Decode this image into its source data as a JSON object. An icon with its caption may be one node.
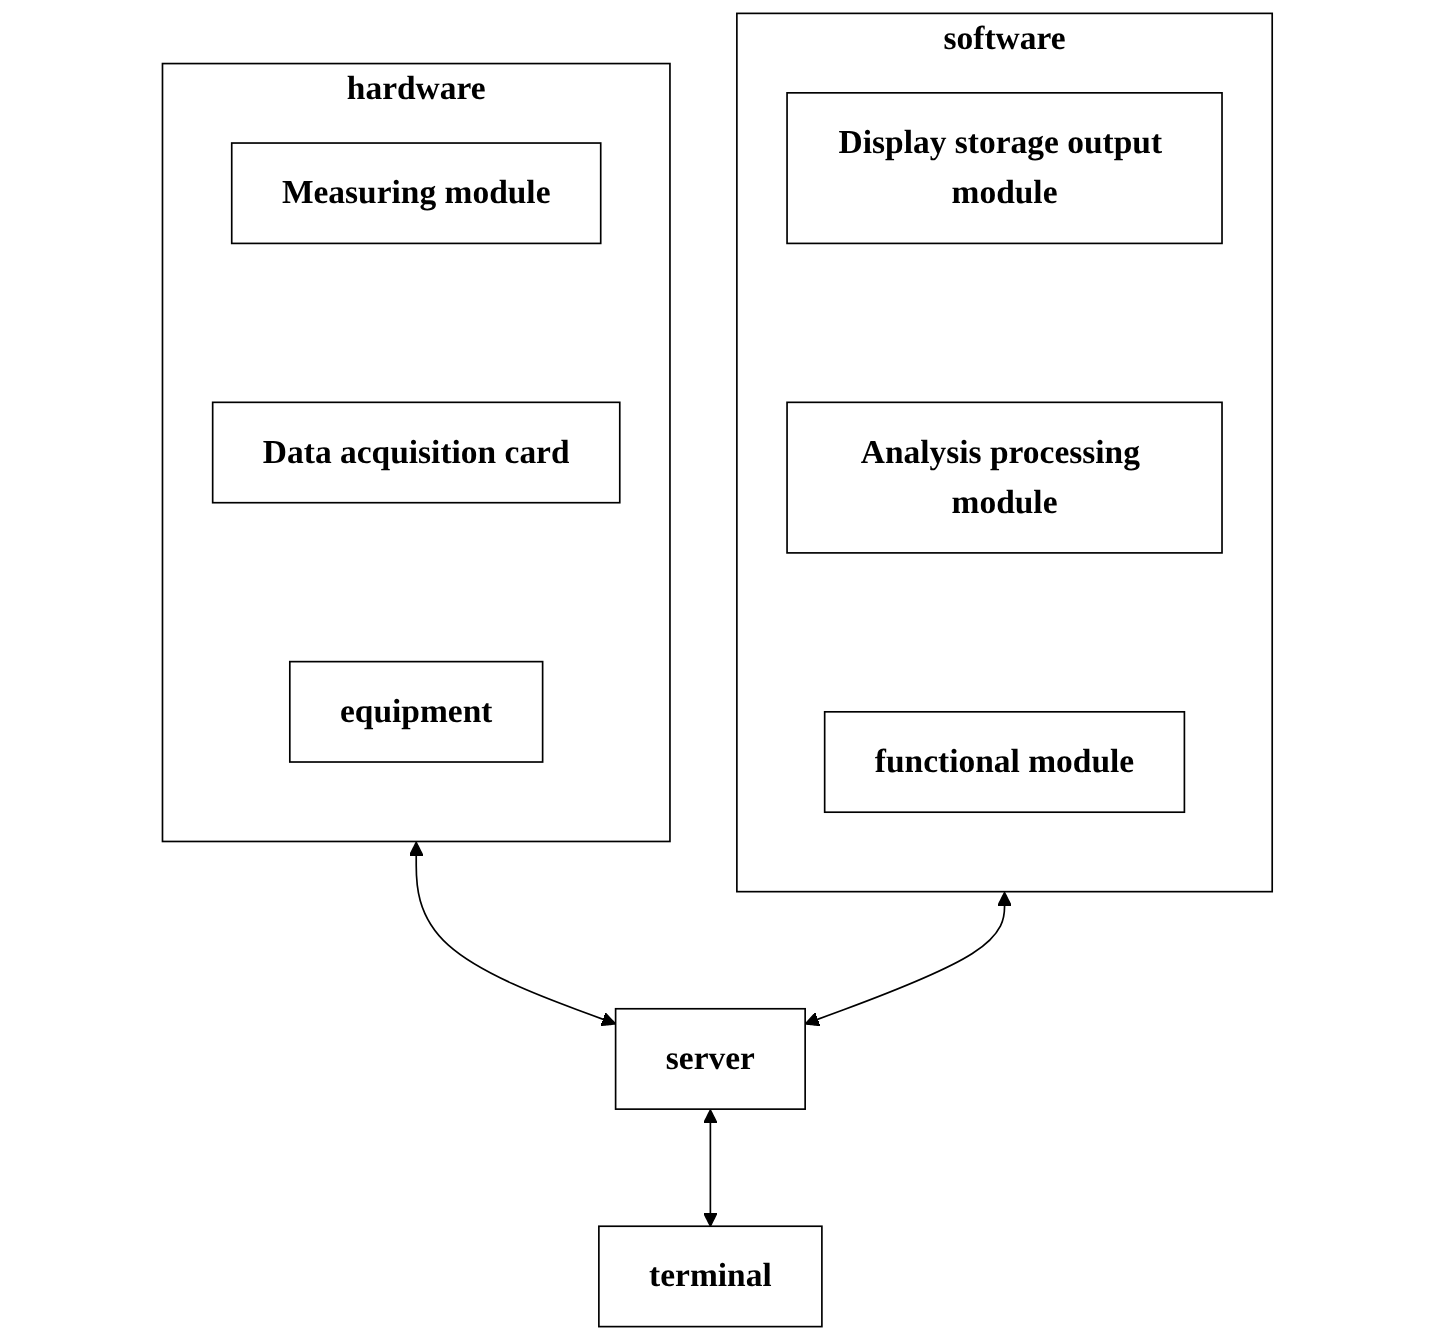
{
  "diagram": {
    "nodes": [
      {
        "text": [
          "hardware"
        ]
      },
      {
        "text": [
          "Measuring module"
        ],
        "in": 0
      },
      {
        "text": [
          "Data acquisition card"
        ],
        "in": 0
      },
      {
        "text": [
          "equipment"
        ],
        "in": 0
      },
      {
        "text": [
          "software"
        ]
      },
      {
        "text": [
          "Display storage output module"
        ],
        "in": 4
      },
      {
        "text": [
          "Analysis processing module"
        ],
        "in": 4
      },
      {
        "text": [
          "functional module"
        ],
        "in": 4
      },
      {
        "text": [
          "server"
        ]
      },
      {
        "text": [
          "terminal"
        ]
      }
    ],
    "edges": [
      {
        "from": 0,
        "to": 8,
        "arrow": "both"
      },
      {
        "from": 4,
        "to": 8,
        "arrow": "both"
      },
      {
        "from": 8,
        "to": 9,
        "arrow": "both"
      }
    ]
  }
}
